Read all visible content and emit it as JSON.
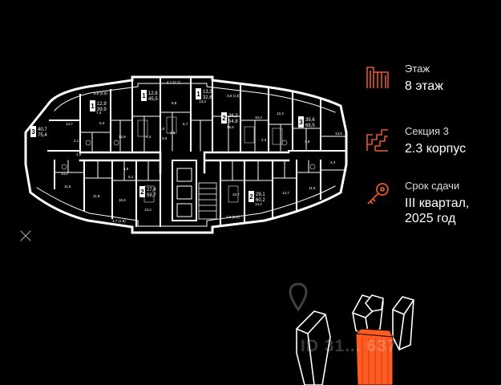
{
  "info": {
    "floor": {
      "label": "Этаж",
      "value": "8 этаж",
      "icon": "floor-plan-icon"
    },
    "section": {
      "label": "Секция 3",
      "value": "2.3 корпус",
      "icon": "staircase-icon"
    },
    "deadline": {
      "label": "Срок сдачи",
      "value_line1": "III квартал,",
      "value_line2": "2025 год",
      "icon": "key-icon"
    }
  },
  "watermark": "ID 31... 637",
  "colors": {
    "accent": "#e8562a",
    "background": "#000000",
    "lines": "#ffffff",
    "highlight": "#ff5a1f"
  },
  "apartments": [
    {
      "rooms": "3",
      "area1": "40,7",
      "area2": "75,4"
    },
    {
      "rooms": "1",
      "area1": "12,9",
      "area2": "39,9"
    },
    {
      "rooms": "1",
      "area1": "12,6",
      "area2": "45,5"
    },
    {
      "rooms": "1",
      "area1": "13,3",
      "area2": "32,6"
    },
    {
      "rooms": "2",
      "area1": "26,2",
      "area2": "54,8"
    },
    {
      "rooms": "3",
      "area1": "35,6",
      "area2": "68,5"
    },
    {
      "rooms": "2",
      "area1": "27,4",
      "area2": "59,7"
    },
    {
      "rooms": "2",
      "area1": "29,1",
      "area2": "60,2"
    }
  ],
  "room_labels": [
    "8,5 (3,8)",
    "4,1 (2,1)",
    "3,8 (1,5)",
    "14,7",
    "7,3",
    "6,3",
    "12,8",
    "9,8",
    "15,6",
    "13,3",
    "10,4",
    "12,4",
    "13,6",
    "11,6",
    "14,4",
    "15,5",
    "11,9",
    "13,2",
    "14,4",
    "10,7",
    "11,9",
    "14,7",
    "3,7 (1,9)",
    "3,9 (2,0)",
    "5,0",
    "5,7",
    "4,4",
    "3,0",
    "2,6",
    "2,1",
    "2,3",
    "3,8",
    "4,8",
    "5,1",
    "1,9",
    "4,3"
  ]
}
